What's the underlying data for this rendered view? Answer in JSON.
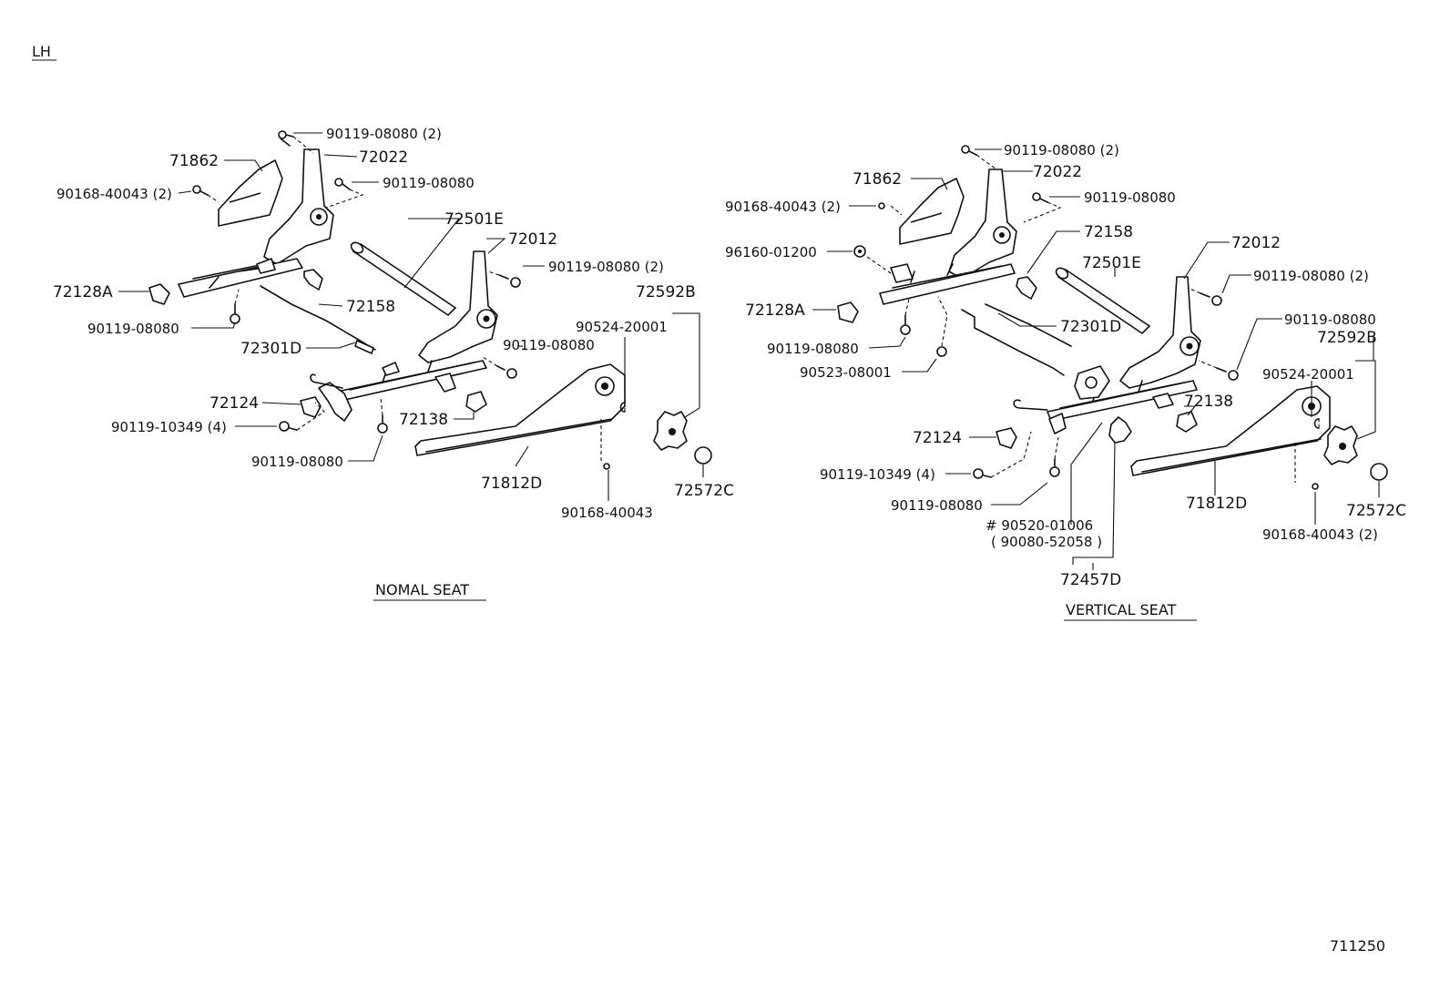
{
  "page": {
    "corner_label": "LH",
    "figure_code": "711250"
  },
  "left_assembly": {
    "title": "NOMAL SEAT",
    "labels": {
      "l1": "90119-08080 (2)",
      "l2": "72022",
      "l3": "71862",
      "l4": "90119-08080",
      "l5": "90168-40043 (2)",
      "l6": "72501E",
      "l7": "72012",
      "l8": "90119-08080 (2)",
      "l9": "72128A",
      "l10": "72158",
      "l11": "72592B",
      "l12": "90119-08080",
      "l13": "90524-20001",
      "l14": "72301D",
      "l15": "90119-08080",
      "l16": "72124",
      "l17": "72138",
      "l18": "90119-10349 (4)",
      "l19": "90119-08080",
      "l20": "71812D",
      "l21": "72572C",
      "l22": "90168-40043"
    }
  },
  "right_assembly": {
    "title": "VERTICAL SEAT",
    "labels": {
      "r1": "90119-08080 (2)",
      "r2": "71862",
      "r3": "72022",
      "r4": "90119-08080",
      "r5": "90168-40043 (2)",
      "r6": "72158",
      "r7": "72012",
      "r8": "96160-01200",
      "r9": "72501E",
      "r10": "90119-08080 (2)",
      "r11": "72128A",
      "r12": "72301D",
      "r13": "90119-08080",
      "r14": "90119-08080",
      "r15": "72592B",
      "r16": "90523-08001",
      "r17": "90524-20001",
      "r18": "72138",
      "r19": "72124",
      "r20": "90119-10349 (4)",
      "r21": "71812D",
      "r22": "72572C",
      "r23": "90119-08080",
      "r24": "# 90520-01006",
      "r25": "( 90080-52058 )",
      "r26": "90168-40043 (2)",
      "r27": "72457D"
    }
  }
}
